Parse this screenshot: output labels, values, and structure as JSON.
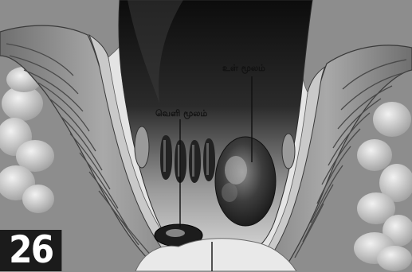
{
  "labels": {
    "internal": "உள் மூலம்",
    "external": "வெளி மூலம்"
  },
  "page_number": "26",
  "colors": {
    "page_background": "#8d8d8d",
    "lumen_dark": "#141414",
    "tissue_light": "#d8d8d8",
    "vein_dark": "#2a2a2a",
    "page_number_background": "#1b1b1b",
    "page_number_text": "#ffffff",
    "label_text": "#111111"
  }
}
